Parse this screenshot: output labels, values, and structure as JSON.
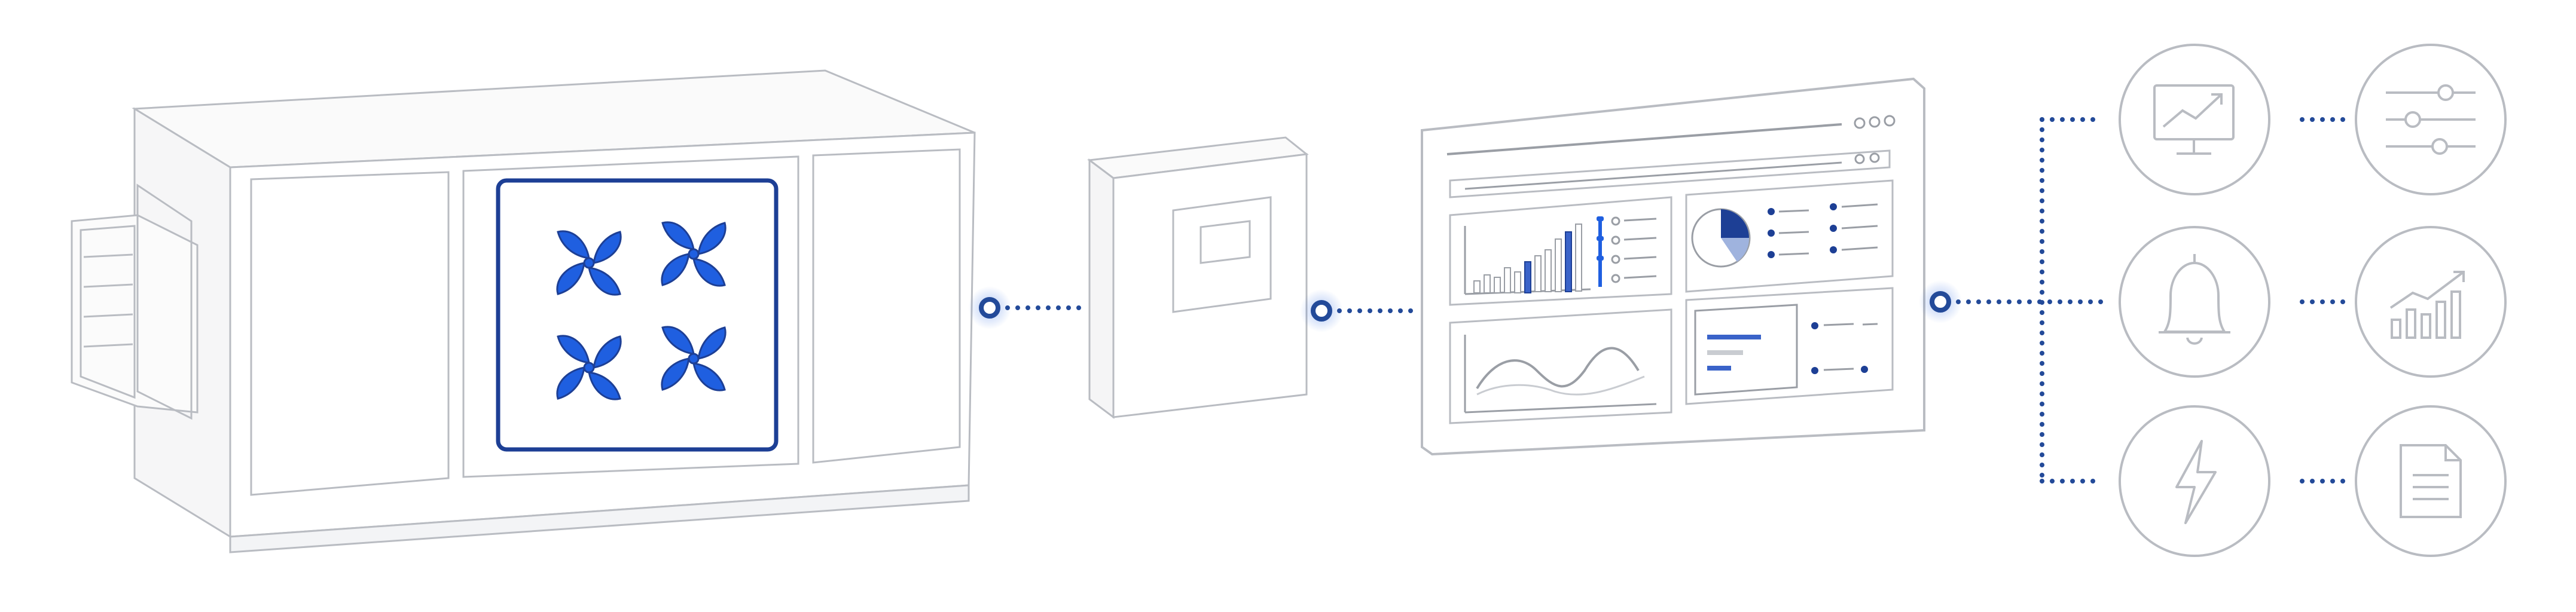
{
  "colors": {
    "line": "#b9bcc2",
    "line_dark": "#9a9ea5",
    "accent": "#1f5fe0",
    "accent_dark": "#1d3f95",
    "connector": "#234a99",
    "fill": "#ffffff",
    "soft": "#f3f4f6"
  },
  "diagram": {
    "nodes": [
      {
        "id": "air-handling-unit",
        "icon": "air-handling-unit-with-four-blue-fans"
      },
      {
        "id": "controller-box",
        "icon": "control-cabinet-with-display"
      },
      {
        "id": "monitoring-dashboard",
        "icon": "dashboard-panel-with-charts"
      }
    ],
    "features": [
      {
        "id": "monitoring",
        "icon": "monitor-trend-icon"
      },
      {
        "id": "settings",
        "icon": "sliders-icon"
      },
      {
        "id": "alerts",
        "icon": "bell-icon"
      },
      {
        "id": "analytics",
        "icon": "bar-chart-trend-icon"
      },
      {
        "id": "energy",
        "icon": "lightning-bolt-icon"
      },
      {
        "id": "reports",
        "icon": "document-icon"
      }
    ]
  }
}
